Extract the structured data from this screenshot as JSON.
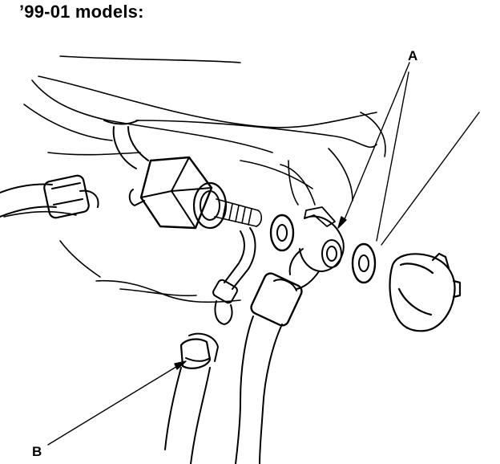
{
  "header": {
    "title": "’99-01 models:"
  },
  "callouts": {
    "a": {
      "label": "A"
    },
    "b": {
      "label": "B"
    }
  },
  "colors": {
    "ink": "#000000",
    "paper": "#ffffff"
  }
}
